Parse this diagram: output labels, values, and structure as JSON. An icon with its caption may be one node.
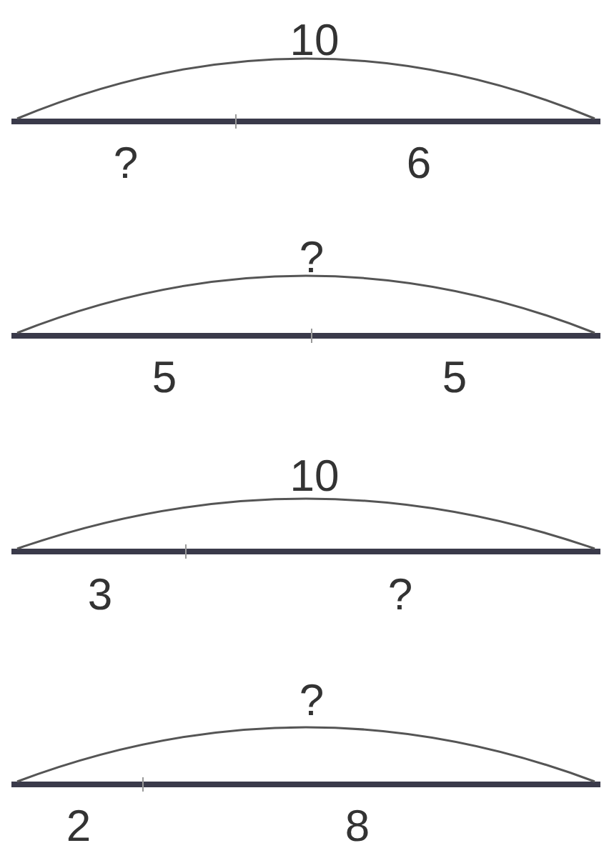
{
  "diagram": {
    "labels": [
      "10",
      "?",
      "6",
      "?",
      "5",
      "5",
      "10",
      "3",
      "?",
      "?",
      "2",
      "8"
    ]
  }
}
